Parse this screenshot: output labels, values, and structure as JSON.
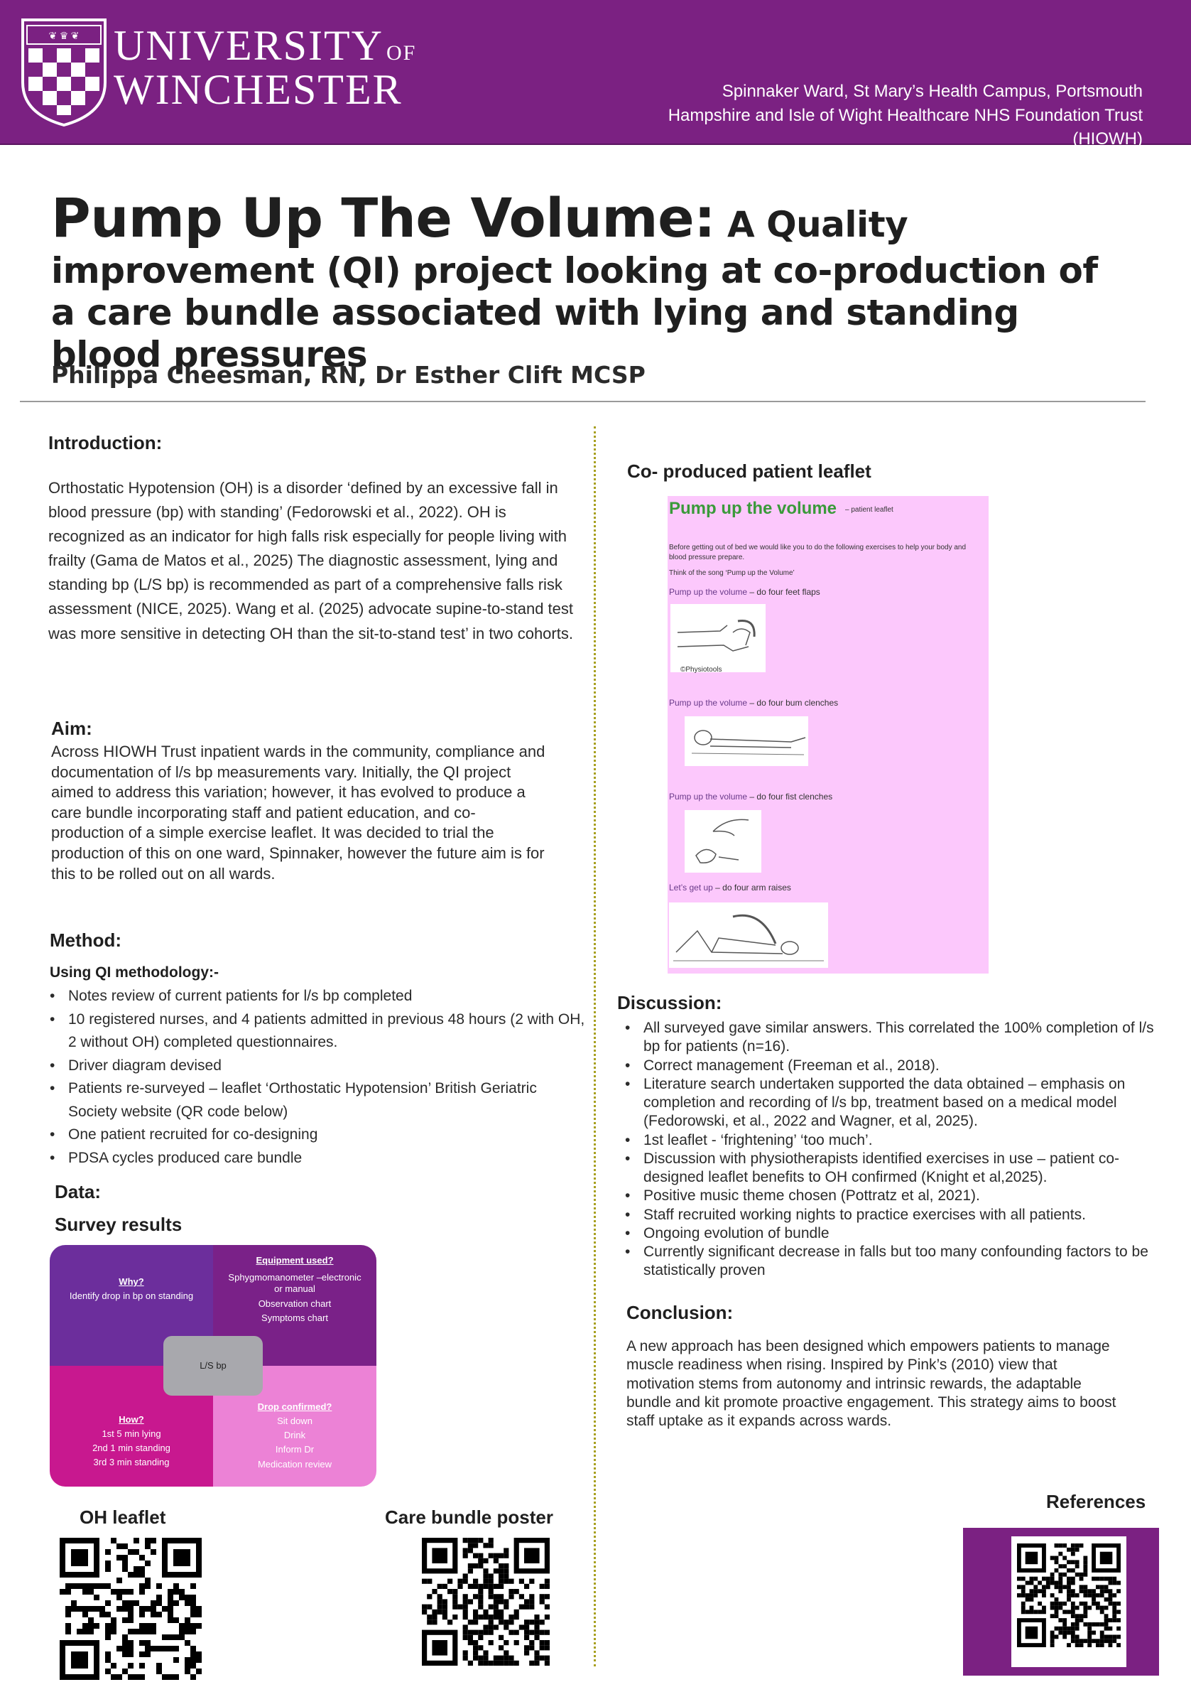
{
  "header": {
    "university_line1": "UNIVERSITY",
    "university_of": "OF",
    "university_line2": "WINCHESTER",
    "affiliation_line1": "Spinnaker Ward, St Mary’s Health Campus, Portsmouth",
    "affiliation_line2": "Hampshire and Isle of Wight Healthcare NHS Foundation Trust",
    "affiliation_line3": "(HIOWH)",
    "brand_color": "#7b2182"
  },
  "title": {
    "main": "Pump Up The Volume:",
    "rest": "A Quality improvement (QI) project looking at co-production of a care bundle associated with lying and standing blood pressures"
  },
  "authors": "Philippa Cheesman, RN, Dr Esther Clift MCSP",
  "introduction": {
    "heading": "Introduction:",
    "text": "Orthostatic Hypotension (OH) is a disorder ‘defined by an excessive fall in blood pressure (bp) with standing’ (Fedorowski et al., 2022).  OH is recognized as an indicator for high falls risk especially for people living with frailty (Gama de Matos et al., 2025) The diagnostic assessment, lying and standing bp (L/S bp) is recommended as part of a comprehensive falls risk assessment (NICE, 2025).  Wang et al. (2025) advocate supine-to-stand test was more sensitive in detecting OH than the sit-to-stand test’ in two cohorts."
  },
  "aim": {
    "heading": "Aim:",
    "text": "Across HIOWH Trust inpatient wards in the community, compliance and documentation of l/s bp measurements vary. Initially, the QI project aimed to address this variation; however, it has evolved to produce a care bundle incorporating staff and patient education, and co-production of a simple exercise leaflet.  It was decided to trial the production of this on one ward, Spinnaker, however the future aim is for this to be rolled out on all wards."
  },
  "method": {
    "heading": "Method:",
    "subheading": "Using QI methodology:-",
    "items": [
      "Notes review of current patients for l/s bp completed",
      "10 registered nurses, and 4 patients admitted in previous 48 hours (2 with OH, 2 without OH) completed questionnaires.",
      "Driver diagram devised",
      "Patients re-surveyed – leaflet ‘Orthostatic Hypotension’  British Geriatric Society website (QR code below)",
      "One patient recruited for co-designing",
      "PDSA cycles produced care bundle"
    ]
  },
  "data": {
    "heading": "Data:",
    "survey_heading": "Survey results",
    "center": "L/S bp",
    "why": {
      "title": "Why?",
      "lines": [
        "Identify drop in bp on standing"
      ]
    },
    "equipment": {
      "title": "Equipment used?",
      "lines": [
        "Sphygmomanometer –electronic or manual",
        "Observation chart",
        "Symptoms chart"
      ]
    },
    "how": {
      "title": "How?",
      "lines": [
        "1st 5 min lying",
        "2nd 1 min standing",
        "3rd 3 min standing"
      ]
    },
    "drop": {
      "title": "Drop confirmed?",
      "lines": [
        "Sit down",
        "Drink",
        "Inform Dr",
        "Medication review"
      ]
    }
  },
  "qr_labels": {
    "oh_leaflet": "OH leaflet",
    "care_bundle": "Care bundle poster",
    "references": "References"
  },
  "leaflet": {
    "heading": "Co- produced patient leaflet",
    "title": "Pump up the volume",
    "title_suffix": "– patient leaflet",
    "intro": "Before getting out of bed we would like you to do the following exercises to help your body and blood pressure prepare.",
    "think": "Think of the song ‘Pump up the Volume’",
    "step1_prefix": "Pump up the volume",
    "step1": " – do four feet flaps",
    "copyright": "©Physiotools",
    "step2_prefix": "Pump up the volume",
    "step2": " – do four bum clenches",
    "step3_prefix": "Pump up the volume",
    "step3": " – do four fist clenches",
    "step4_prefix": "Let’s get up",
    "step4": " – do four arm raises",
    "bg_color": "#fcc8fc"
  },
  "discussion": {
    "heading": "Discussion:",
    "items": [
      "All surveyed gave similar answers. This correlated the 100% completion of l/s bp for patients (n=16).",
      "Correct management (Freeman et al., 2018).",
      "Literature search undertaken supported the data obtained – emphasis on completion and recording of l/s bp, treatment based on a medical model (Fedorowski, et al., 2022 and Wagner, et al, 2025).",
      "1st leaflet - ‘frightening’ ‘too much’.",
      "Discussion with physiotherapists identified exercises in use – patient co-designed leaflet benefits to OH confirmed (Knight et al,2025).",
      "Positive music theme chosen (Pottratz et al, 2021).",
      "Staff recruited working nights to practice exercises with all patients.",
      "Ongoing evolution of bundle",
      "Currently significant decrease in falls but too many confounding factors to be statistically proven"
    ]
  },
  "conclusion": {
    "heading": "Conclusion:",
    "text": "A new approach has been designed which empowers patients to manage muscle readiness when rising.  Inspired by Pink’s (2010) view that motivation stems from autonomy and intrinsic rewards, the adaptable bundle and kit promote proactive engagement.  This strategy aims to boost staff uptake as it expands across wards."
  }
}
